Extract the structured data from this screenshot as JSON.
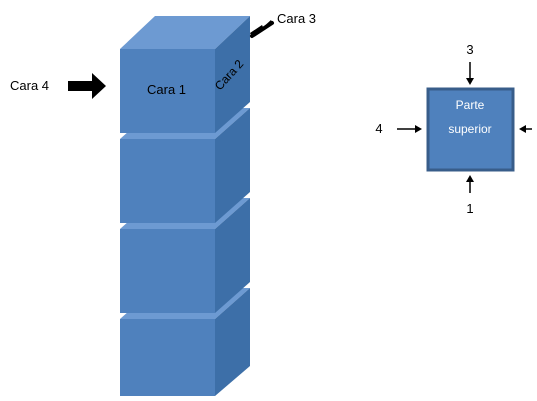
{
  "stack_diagram": {
    "face_labels": {
      "front": "Cara 1",
      "side": "Cara 2",
      "back": "Cara 3",
      "left": "Cara 4"
    }
  },
  "top_view": {
    "box_label_line1": "Parte",
    "box_label_line2": "superior",
    "numbers": {
      "top": "3",
      "left": "4",
      "bottom": "1"
    }
  },
  "colors": {
    "front_face": "#4f81bd",
    "top_face": "#6d9ad2",
    "side_face": "#3d6fa8",
    "box_border": "#385d8a",
    "box_fill": "#4f81bd",
    "arrow": "#000000",
    "label_text": "#000000",
    "box_text": "#ffffff"
  }
}
